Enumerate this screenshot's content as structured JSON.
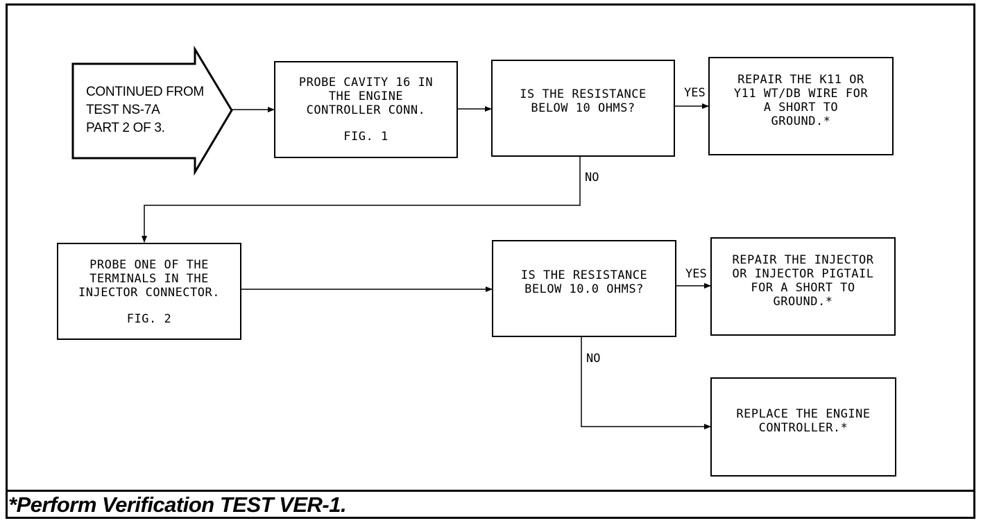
{
  "start": {
    "text": "CONTINUED FROM\nTEST NS-7A\nPART 2 OF 3."
  },
  "steps": {
    "probe_cavity": {
      "text": "PROBE CAVITY 16 IN\nTHE ENGINE\nCONTROLLER CONN.",
      "fig": "FIG. 1"
    },
    "question_1": {
      "text": "IS THE RESISTANCE\nBELOW 10 OHMS?"
    },
    "repair_wire": {
      "text": "REPAIR THE K11 OR\nY11 WT/DB WIRE FOR\nA SHORT TO\nGROUND.*"
    },
    "probe_terminal": {
      "text": "PROBE ONE OF THE\nTERMINALS IN THE\nINJECTOR CONNECTOR.",
      "fig": "FIG. 2"
    },
    "question_2": {
      "text": "IS THE RESISTANCE\nBELOW 10.0 OHMS?"
    },
    "repair_injector": {
      "text": "REPAIR THE INJECTOR\nOR INJECTOR PIGTAIL\nFOR A SHORT TO\nGROUND.*"
    },
    "replace_controller": {
      "text": "REPLACE THE ENGINE\nCONTROLLER.*"
    }
  },
  "labels": {
    "yes": "YES",
    "no": "NO"
  },
  "footer": {
    "note": "*Perform Verification TEST VER-1."
  }
}
